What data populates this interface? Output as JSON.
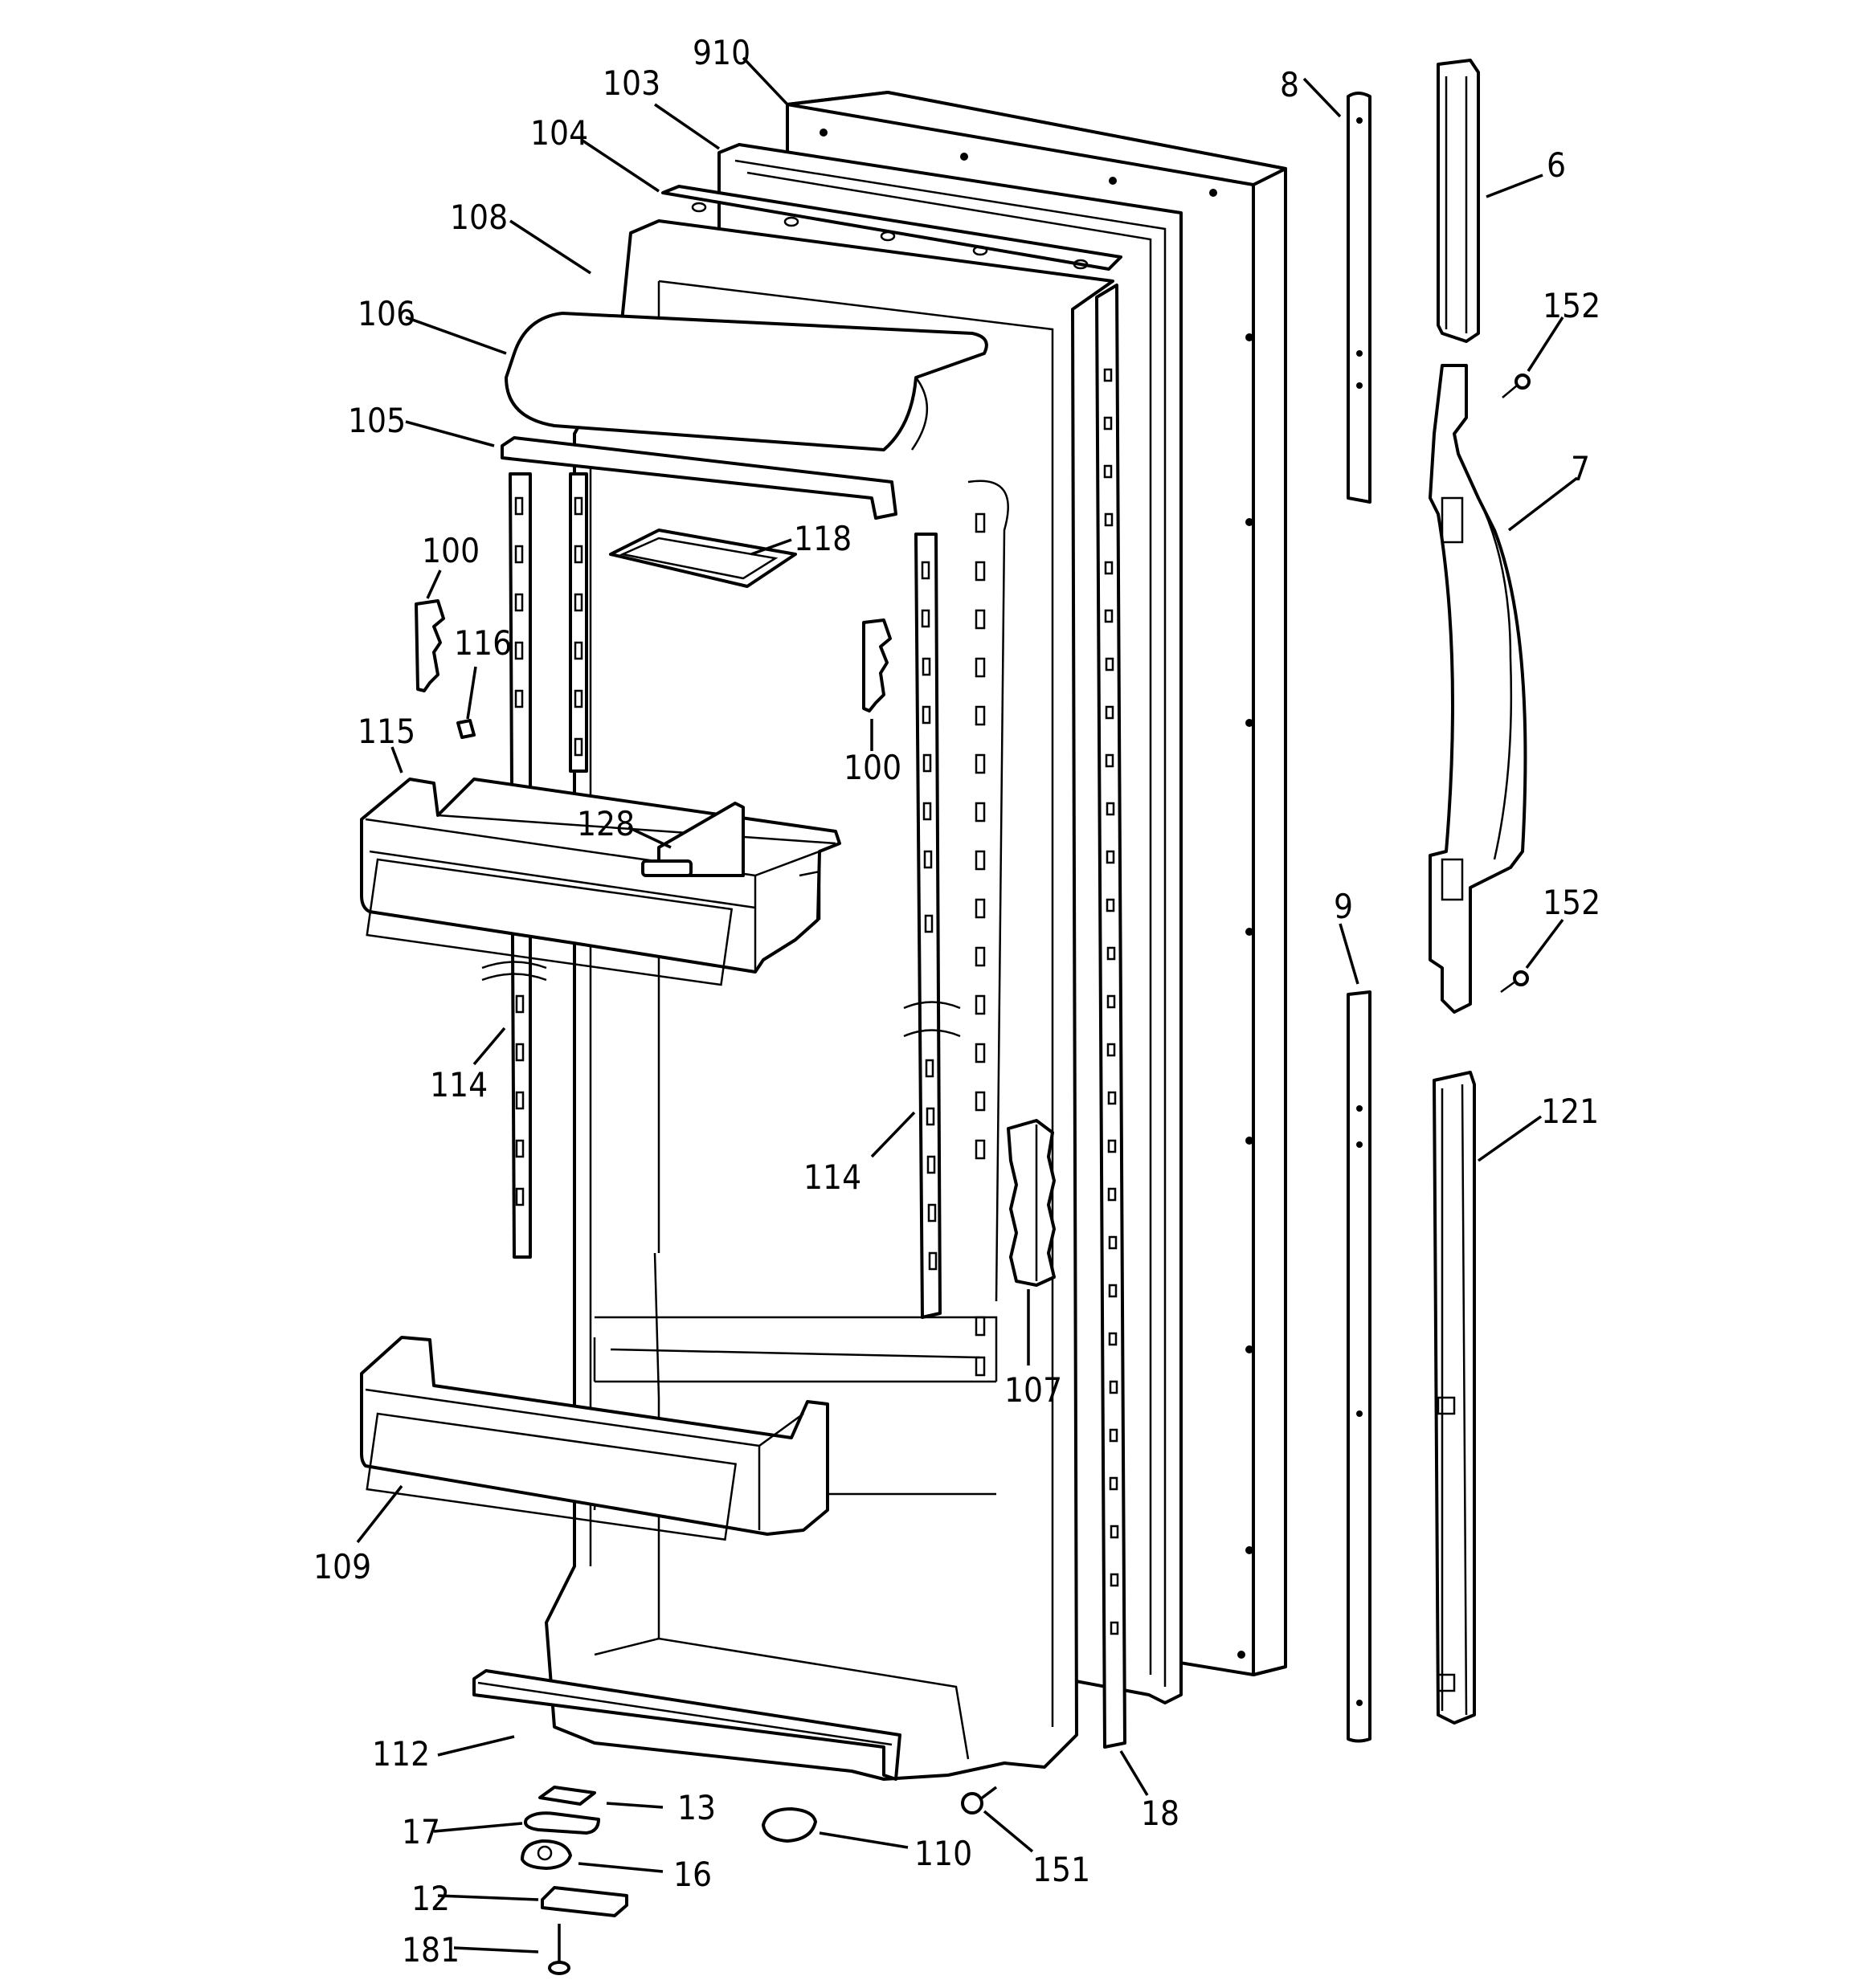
{
  "labels": {
    "p910": "910",
    "p103": "103",
    "p104": "104",
    "p108": "108",
    "p106": "106",
    "p105": "105",
    "p100a": "100",
    "p118": "118",
    "p116": "116",
    "p115": "115",
    "p100b": "100",
    "p128": "128",
    "p114a": "114",
    "p114b": "114",
    "p107": "107",
    "p109": "109",
    "p112": "112",
    "p13": "13",
    "p17": "17",
    "p16": "16",
    "p12": "12",
    "p181": "181",
    "p110": "110",
    "p151": "151",
    "p18": "18",
    "p8": "8",
    "p6": "6",
    "p152a": "152",
    "p7": "7",
    "p152b": "152",
    "p9": "9",
    "p121": "121"
  }
}
